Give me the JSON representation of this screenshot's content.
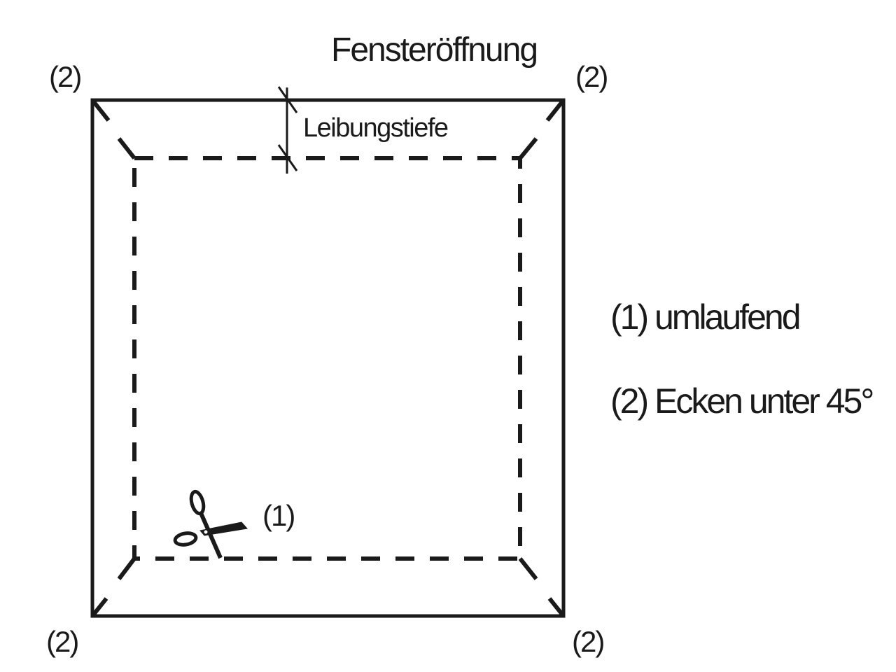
{
  "title": "Fensteröffnung",
  "measure_label": "Leibungstiefe",
  "corner_label": "(2)",
  "cut_label": "(1)",
  "legend": [
    {
      "text": "(1) umlaufend"
    },
    {
      "text": "(2) Ecken unter 45°"
    }
  ],
  "colors": {
    "line": "#1a1a1a",
    "background": "#ffffff"
  },
  "icons": {
    "cut": "scissors-icon"
  }
}
